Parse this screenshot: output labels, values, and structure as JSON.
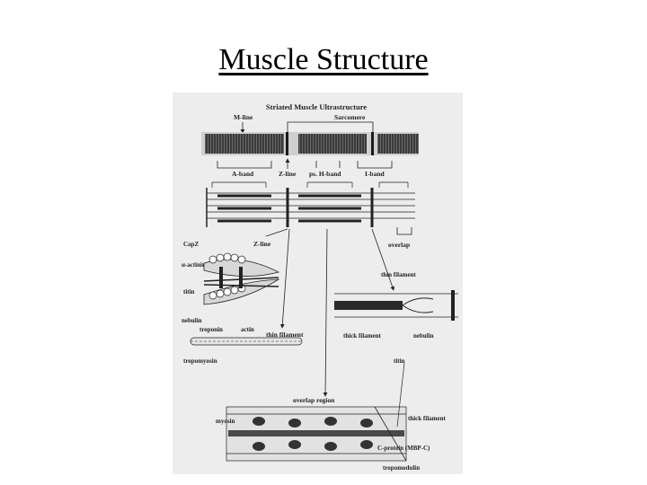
{
  "slide": {
    "title": "Muscle Structure"
  },
  "figure": {
    "title": "Striated Muscle Ultrastructure",
    "labels": {
      "m_line": "M-line",
      "sarcomere": "Sarcomere",
      "a_band": "A-band",
      "z_line_top": "Z-line",
      "ps_h_band": "ps. H-band",
      "i_band": "I-band",
      "capz": "CapZ",
      "alpha_actinin": "α-actinin",
      "titin_left": "titin",
      "z_line_mid": "Z-line",
      "overlap": "overlap",
      "nebulin_left": "nebulin",
      "troponin": "troponin",
      "actin": "actin",
      "thin_filament_mid": "thin filament",
      "tropomyosin": "tropomyosin",
      "thin_filament_right": "thin filament",
      "thick_filament_right": "thick filament",
      "nebulin_right": "nebulin",
      "titin_right": "titin",
      "overlap_region": "overlap region",
      "myosin": "myosin",
      "thick_filament_bottom": "thick filament",
      "c_protein": "C-protein (MBP-C)",
      "tropomodulin": "tropomodulin"
    }
  }
}
